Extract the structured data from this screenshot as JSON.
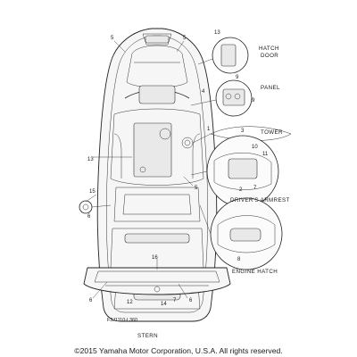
{
  "labels": {
    "hatch_door": [
      "HATCH",
      "DOOR"
    ],
    "panel": "PANEL",
    "tower": "TOWER",
    "drivers_armrest": "DRIVER'S ARMREST",
    "engine_hatch": "ENGINE HATCH",
    "stern": "STERN"
  },
  "part_numbers": {
    "bow_left": "5",
    "bow_right": "5",
    "hatch_top": "13",
    "hatch_side": "9",
    "panel_left": "4",
    "panel_right": "9",
    "tower_left": "1",
    "tower_right": "3",
    "armrest_a": "10",
    "armrest_b": "11",
    "armrest_c": "2",
    "armrest_d": "7",
    "deck_left": "13",
    "deck_mid": "5",
    "left_15": "15",
    "left_6": "6",
    "engine_hatch_8": "8",
    "stern_16": "16",
    "stern_6l": "6",
    "stern_6r": "6",
    "stern_12": "12",
    "stern_14": "14",
    "stern_7": "7"
  },
  "diagram_code": "F3J1110-L360",
  "copyright": "©2015 Yamaha Motor Corporation, U.S.A. All rights reserved."
}
